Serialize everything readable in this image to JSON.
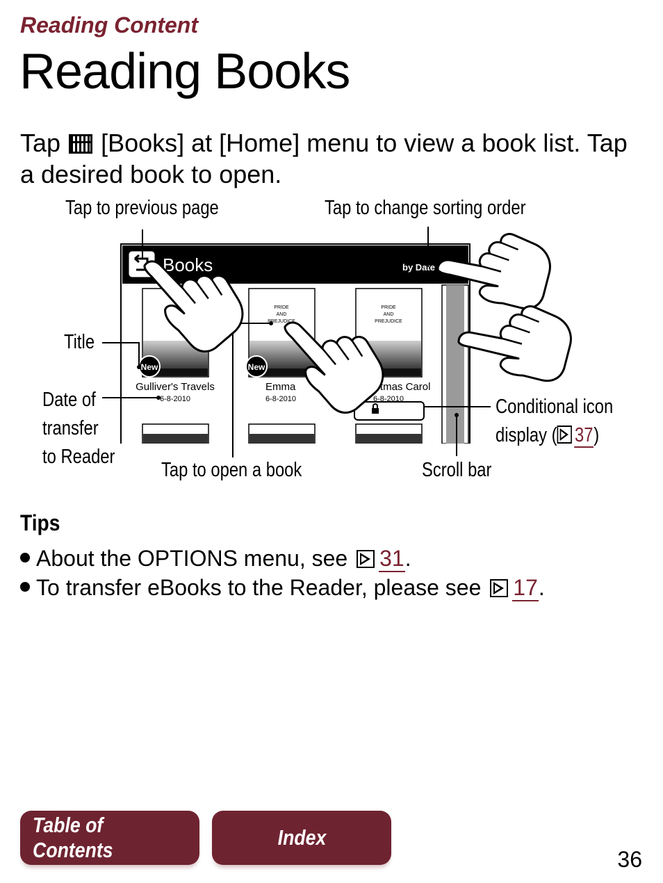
{
  "header": {
    "section": "Reading Content",
    "title": "Reading Books"
  },
  "intro": {
    "before_icon": "Tap",
    "icon": "books-icon",
    "after_icon": "[Books] at [Home] menu to view a book list. Tap a desired book to open."
  },
  "diagram": {
    "callouts": {
      "prev_page": "Tap to previous page",
      "sorting": "Tap to change sorting order",
      "title": "Title",
      "date_line1": "Date of",
      "date_line2": "transfer",
      "date_line3": "to Reader",
      "open_book": "Tap to open a book",
      "conditional_line1": "Conditional icon",
      "conditional_line2_pre": "display (",
      "conditional_page": "37",
      "conditional_line2_post": ")",
      "scroll_bar": "Scroll bar"
    },
    "screen": {
      "header_title": "Books",
      "sort_label": "by Date",
      "badge": "New",
      "cover_text": "PRIDE AND PREJUDICE",
      "books": [
        {
          "title": "Gulliver's Travels",
          "date": "6-8-2010",
          "new": true
        },
        {
          "title": "Emma",
          "date": "6-8-2010",
          "new": true
        },
        {
          "title": "A Christmas Carol",
          "date": "6-8-2010",
          "new": false
        }
      ]
    }
  },
  "tips": {
    "heading": "Tips",
    "items": [
      {
        "text": "About the OPTIONS menu, see",
        "page": "31",
        "end": "."
      },
      {
        "text": "To transfer eBooks to the Reader, please see",
        "page": "17",
        "end": "."
      }
    ]
  },
  "footer": {
    "toc_label": "Table of Contents",
    "index_label": "Index",
    "page_number": "36"
  },
  "colors": {
    "accent": "#7a2230",
    "button": "#6e2330"
  }
}
